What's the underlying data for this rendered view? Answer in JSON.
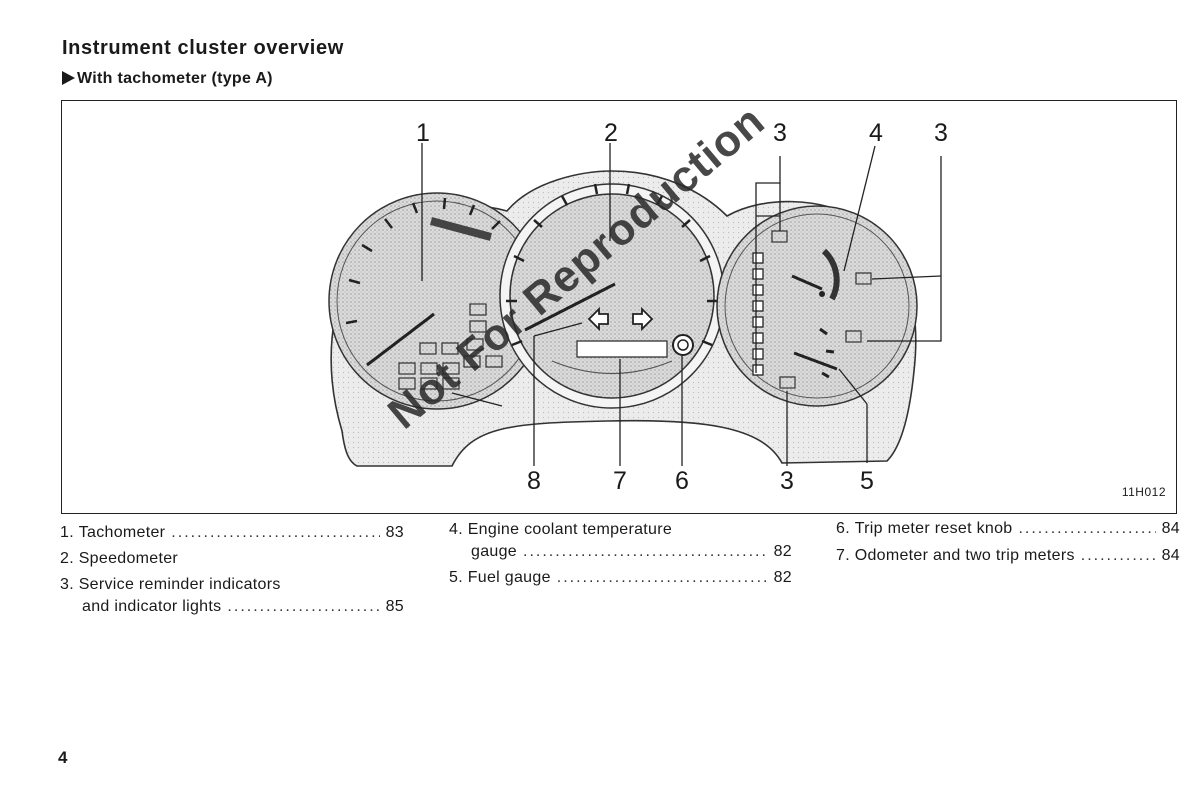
{
  "heading": {
    "title": "Instrument cluster overview",
    "subtitle": "With tachometer (type A)"
  },
  "figure": {
    "code": "11H012",
    "callouts": {
      "c1": "1",
      "c2": "2",
      "c3a": "3",
      "c4": "4",
      "c3b": "3",
      "c8": "8",
      "c7": "7",
      "c6": "6",
      "c3c": "3",
      "c5": "5"
    },
    "turn_left_icon": "arrow-left-outline-icon",
    "turn_right_icon": "arrow-right-outline-icon"
  },
  "legend": {
    "col1": [
      {
        "num": "1.",
        "text": "Tachometer",
        "page": "83"
      },
      {
        "num": "2.",
        "text": "Speedometer",
        "page": ""
      },
      {
        "num": "3.",
        "text": "Service reminder indicators",
        "text2": "and indicator lights",
        "page": "85"
      }
    ],
    "col2": [
      {
        "num": "4.",
        "text": "Engine coolant temperature",
        "text2": "gauge",
        "page": "82"
      },
      {
        "num": "5.",
        "text": "Fuel gauge",
        "page": "82"
      }
    ],
    "col3": [
      {
        "num": "6.",
        "text": "Trip meter reset knob",
        "page": "84"
      },
      {
        "num": "7.",
        "text": "Odometer and two trip meters",
        "page": "84"
      }
    ]
  },
  "page_number": "4",
  "watermark": "Not For Reproduction"
}
